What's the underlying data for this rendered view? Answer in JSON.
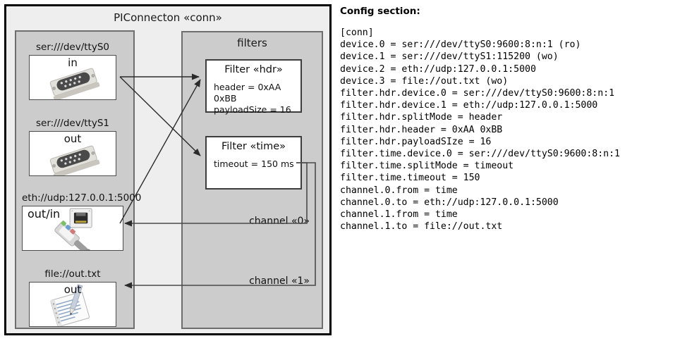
{
  "diagram": {
    "title": "PIConnecton «conn»",
    "devices_panel": {
      "title": "",
      "devices": [
        {
          "label": "ser:///dev/ttyS0",
          "io": "in",
          "icon": "serial-port-icon"
        },
        {
          "label": "ser:///dev/ttyS1",
          "io": "out",
          "icon": "serial-port-icon"
        },
        {
          "label": "eth://udp:127.0.0.1:5000",
          "io": "out/in",
          "icon": "ethernet-plug-icon"
        },
        {
          "label": "file://out.txt",
          "io": "out",
          "icon": "text-file-icon"
        }
      ]
    },
    "filters_panel": {
      "title": "filters",
      "filters": [
        {
          "title": "Filter «hdr»",
          "props": [
            "header = 0xAA 0xBB",
            "payloadSize = 16"
          ]
        },
        {
          "title": "Filter «time»",
          "props": [
            "timeout = 150 ms"
          ]
        }
      ],
      "channels": [
        {
          "label": "channel «0»"
        },
        {
          "label": "channel «1»"
        }
      ]
    },
    "colors": {
      "outer_bg": "#eeeeee",
      "panel_bg": "#cccccc",
      "panel_border": "#6e6e6e",
      "box_bg": "#ffffff",
      "box_border": "#3d3d3d",
      "outline": "#000000",
      "arrow": "#333333"
    }
  },
  "config": {
    "heading": "Config section:",
    "lines": [
      "[conn]",
      "device.0 = ser:///dev/ttyS0:9600:8:n:1 (ro)",
      "device.1 = ser:///dev/ttyS1:115200 (wo)",
      "device.2 = eth://udp:127.0.0.1:5000",
      "device.3 = file://out.txt (wo)",
      "filter.hdr.device.0 = ser:///dev/ttyS0:9600:8:n:1",
      "filter.hdr.device.1 = eth://udp:127.0.0.1:5000",
      "filter.hdr.splitMode = header",
      "filter.hdr.header = 0xAA 0xBB",
      "filter.hdr.payloadSIze = 16",
      "filter.time.device.0 = ser:///dev/ttyS0:9600:8:n:1",
      "filter.time.splitMode = timeout",
      "filter.time.timeout = 150",
      "channel.0.from = time",
      "channel.0.to = eth://udp:127.0.0.1:5000",
      "channel.1.from = time",
      "channel.1.to = file://out.txt"
    ]
  }
}
